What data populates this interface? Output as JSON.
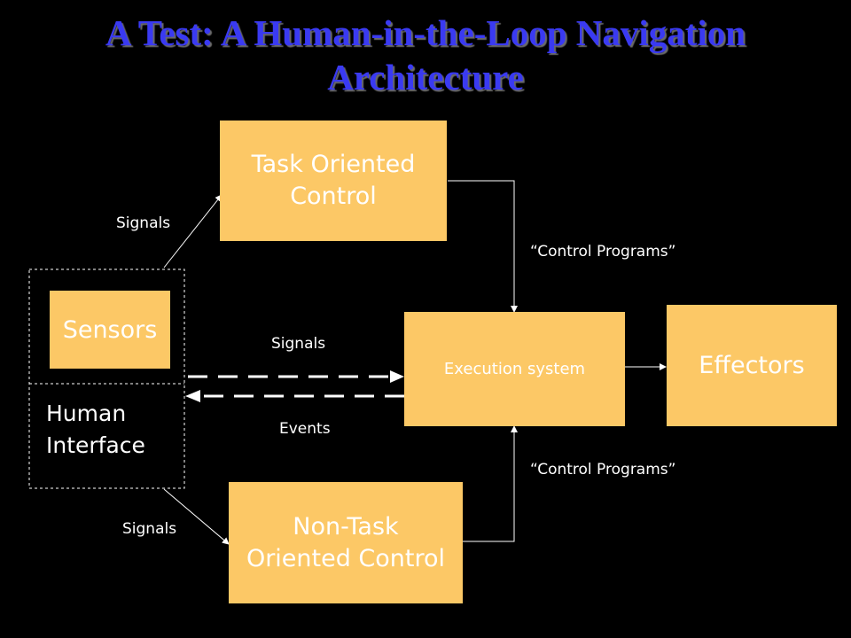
{
  "title": "A Test: A Human-in-the-Loop Navigation\nArchitecture",
  "boxes": {
    "task_control": "Task Oriented\nControl",
    "sensors": "Sensors",
    "execution": "Execution system",
    "effectors": "Effectors",
    "non_task_control": "Non-Task\nOriented Control"
  },
  "human_interface": "Human\nInterface",
  "edges": {
    "signals_top": "Signals",
    "signals_middle": "Signals",
    "events": "Events",
    "signals_bottom": "Signals",
    "control_programs_top": "“Control Programs”",
    "control_programs_bottom": "“Control Programs”"
  },
  "colors": {
    "box_fill": "#fcc866",
    "title": "#3a3af2",
    "background": "#000000"
  }
}
